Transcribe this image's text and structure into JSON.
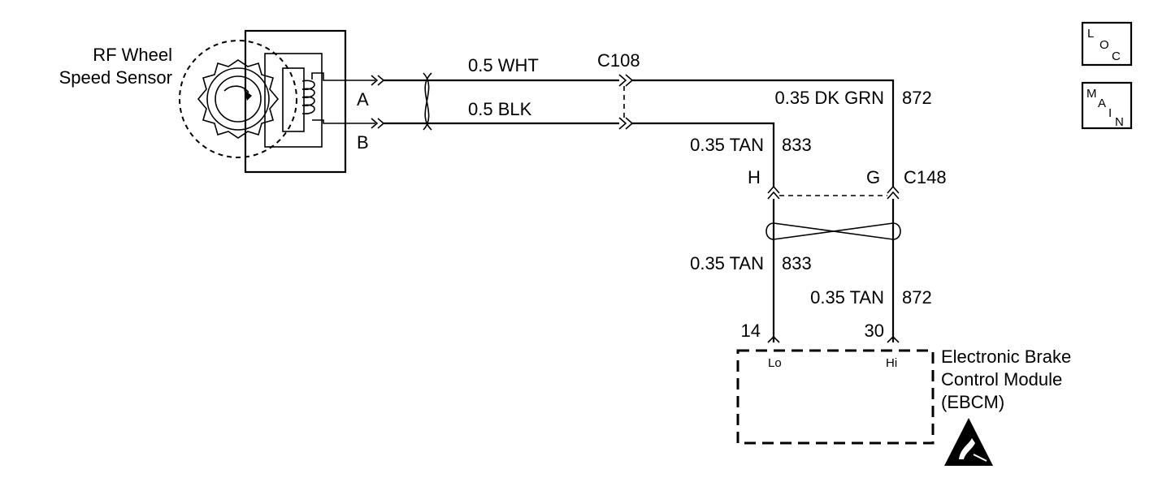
{
  "sensor": {
    "name_line1": "RF Wheel",
    "name_line2": "Speed Sensor",
    "pin_a": "A",
    "pin_b": "B"
  },
  "wires": {
    "top": "0.5 WHT",
    "bottom": "0.5 BLK",
    "right_upper": "0.35 DK GRN",
    "right_upper_circuit": "872",
    "left_upper": "0.35 TAN",
    "left_upper_circuit": "833",
    "left_lower": "0.35 TAN",
    "left_lower_circuit": "833",
    "right_lower": "0.35 TAN",
    "right_lower_circuit": "872"
  },
  "connectors": {
    "c108": "C108",
    "c148": "C148",
    "pin_h": "H",
    "pin_g": "G",
    "pin_14": "14",
    "pin_30": "30"
  },
  "module": {
    "line1": "Electronic Brake",
    "line2": "Control Module",
    "line3": "(EBCM)",
    "pin_lo": "Lo",
    "pin_hi": "Hi"
  },
  "nav": {
    "loc": [
      "L",
      "O",
      "C"
    ],
    "main": [
      "M",
      "A",
      "I",
      "N"
    ]
  }
}
